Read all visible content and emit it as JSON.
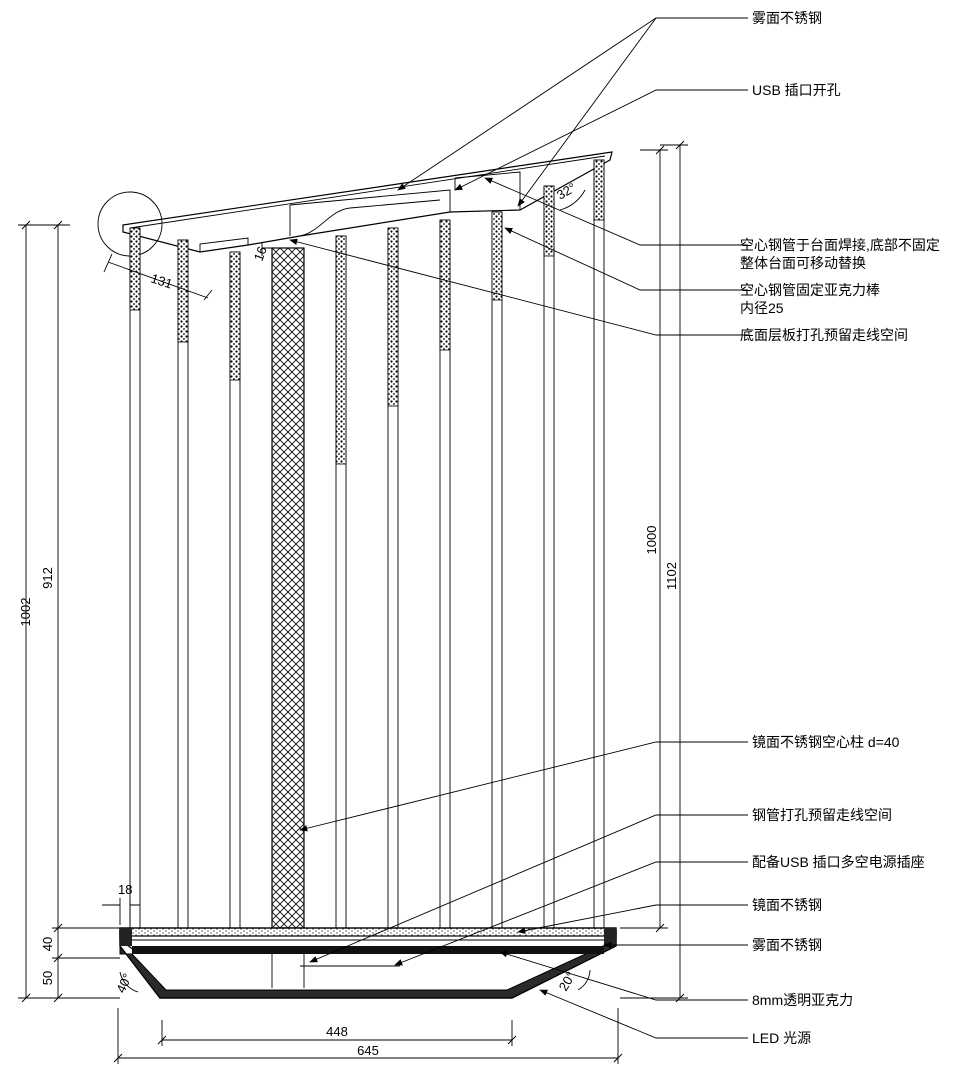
{
  "dimensions": {
    "d1002": "1002",
    "d912": "912",
    "d1000": "1000",
    "d1102": "1102",
    "d131": "131",
    "d32deg": "32°",
    "d16": "16",
    "d18": "18",
    "d40": "40",
    "d50": "50",
    "d40deg": "40°",
    "d20deg": "20°",
    "d448": "448",
    "d645": "645"
  },
  "labels": {
    "matte_ss_top": "雾面不锈钢",
    "usb_hole": "USB 插口开孔",
    "weld_line1": "空心钢管于台面焊接,底部不固定",
    "weld_line2": "整体台面可移动替换",
    "acrylic_line1": "空心钢管固定亚克力棒",
    "acrylic_line2": "内径25",
    "shelf_hole": "底面层板打孔预留走线空间",
    "mirror_column": "镜面不锈钢空心柱 d=40",
    "pipe_hole": "钢管打孔预留走线空间",
    "usb_socket": "配备USB 插口多空电源插座",
    "mirror_ss": "镜面不锈钢",
    "matte_ss_base": "雾面不锈钢",
    "acrylic_8mm": "8mm透明亚克力",
    "led": "LED 光源"
  }
}
